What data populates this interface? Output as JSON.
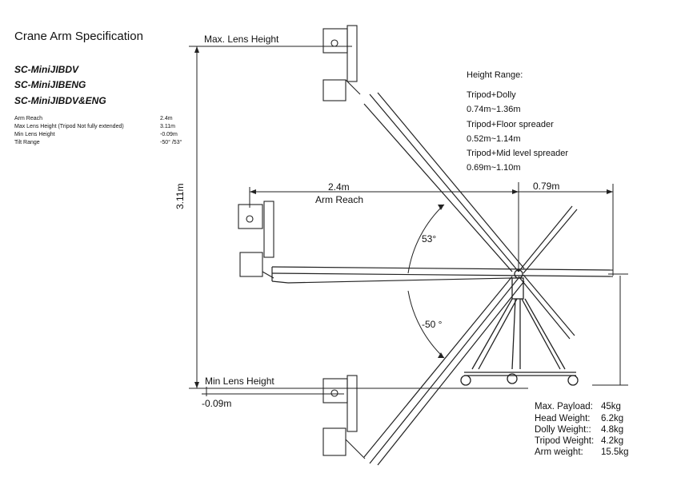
{
  "title": "Crane Arm Specification",
  "models": [
    "SC-MiniJIBDV",
    "SC-MiniJIBENG",
    "SC-MiniJIBDV&ENG"
  ],
  "specs": [
    {
      "label": "Arm Reach",
      "value": "2.4m"
    },
    {
      "label": "Max Lens Height (Tripod Not fully extended)",
      "value": "3.11m"
    },
    {
      "label": "Min Lens Height",
      "value": "-0.09m"
    },
    {
      "label": "Tilt Range",
      "value": "-50° /53°"
    }
  ],
  "diagram": {
    "max_lens_height_label": "Max. Lens Height",
    "min_lens_height_label": "Min Lens Height",
    "total_height": "3.11m",
    "min_offset": "-0.09m",
    "arm_reach_value": "2.4m",
    "arm_reach_label": "Arm Reach",
    "counterweight_length": "0.79m",
    "tilt_up": "53°",
    "tilt_down": "-50 °"
  },
  "height_range": {
    "heading": "Height Range:",
    "items": [
      {
        "config": "Tripod+Dolly",
        "range": "0.74m~1.36m"
      },
      {
        "config": "Tripod+Floor spreader",
        "range": "0.52m~1.14m"
      },
      {
        "config": "Tripod+Mid level spreader",
        "range": "0.69m~1.10m"
      }
    ]
  },
  "weights": [
    {
      "label": "Max. Payload:",
      "value": "45kg"
    },
    {
      "label": "Head Weight:",
      "value": "6.2kg"
    },
    {
      "label": "Dolly Weight::",
      "value": "4.8kg"
    },
    {
      "label": "Tripod Weight:",
      "value": "4.2kg"
    },
    {
      "label": "Arm weight:",
      "value": "15.5kg"
    }
  ]
}
